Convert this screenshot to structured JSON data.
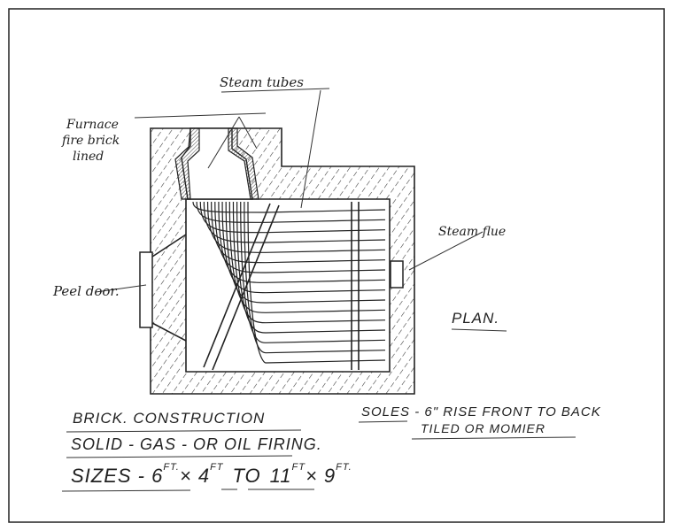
{
  "labels": {
    "steam_tubes": "Steam tubes",
    "furnace_line1": "Furnace",
    "furnace_line2": "fire brick",
    "furnace_line3": "lined",
    "steam_flue": "Steam flue",
    "peel_door": "Peel door.",
    "plan": "PLAN."
  },
  "notes": {
    "construction": "BRICK. CONSTRUCTION",
    "firing": "SOLID - GAS - OR OIL FIRING.",
    "sizes_prefix": "SIZES - 6",
    "sizes_ft1": "FT.",
    "sizes_x1": "× 4",
    "sizes_ft2": "FT",
    "sizes_to": "TO",
    "sizes_11": "11",
    "sizes_ft3": "FT",
    "sizes_x2": "× 9",
    "sizes_ft4": "FT.",
    "soles_line1": "SOLES - 6\" RISE FRONT TO BACK",
    "soles_line2": "TILED OR MOMIER"
  }
}
